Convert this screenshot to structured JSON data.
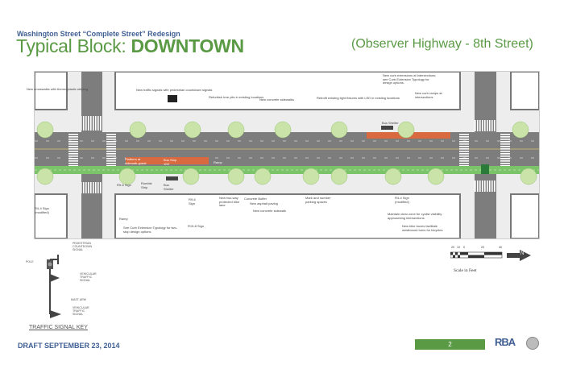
{
  "header": {
    "subtitle": "Washington Street “Complete Street” Redesign",
    "title_prefix": "Typical Block: ",
    "title_emphasis": "DOWNTOWN",
    "range": "(Observer Highway - 8th Street)"
  },
  "colors": {
    "brand_blue": "#3f5f93",
    "brand_green": "#5a9a45",
    "bike_lane": "#7cc46a",
    "bus_lane": "#d9693e",
    "road": "#7d7d7d"
  },
  "plan": {
    "callouts": [
      "New crosswalks with thermoplastic striping",
      "New traffic signals with pedestrian countdown signals",
      "Refurbish tree pits in existing locations",
      "New concrete sidewalks",
      "Retrofit existing light fixtures with LED in existing locations",
      "Bus Shelter",
      "New curb extensions at intersections; see Curb Extension Typology for design options.",
      "New curb ramps at intersections",
      "R4-4 Sign (modified)",
      "R9-6 Sign",
      "Ramp",
      "Rumble Strip",
      "Bus Shelter",
      "See Curb Extension Typology for two-stop design options",
      "R9-6 Sign",
      "R15-8 Sign",
      "New two-way protected bike lane",
      "Concrete Buffer",
      "New asphalt paving",
      "New concrete sidewalk",
      "Mark and number parking spaces",
      "R4-4 Sign (modified)",
      "Maintain clear zone for cyclist visibility approaching intersections",
      "New bike boxes facilitate westbound turns for bicycles",
      "Platform at sidewalk grade",
      "Bus Stop 100'",
      "Ramp"
    ]
  },
  "signal_key": {
    "title": "TRAFFIC SIGNAL KEY",
    "labels": [
      "PEDESTRIAN COUNTDOWN SIGNAL",
      "POLE",
      "VEHICULAR TRAFFIC SIGNAL",
      "MAST ARM",
      "VEHICULAR TRAFFIC SIGNAL"
    ]
  },
  "scale": {
    "ticks": [
      "20",
      "10",
      "0",
      "20",
      "40"
    ],
    "label": "Scale in Feet",
    "north": "N"
  },
  "footer": {
    "draft": "DRAFT SEPTEMBER 23, 2014",
    "page": "2",
    "logo": "RBA"
  }
}
